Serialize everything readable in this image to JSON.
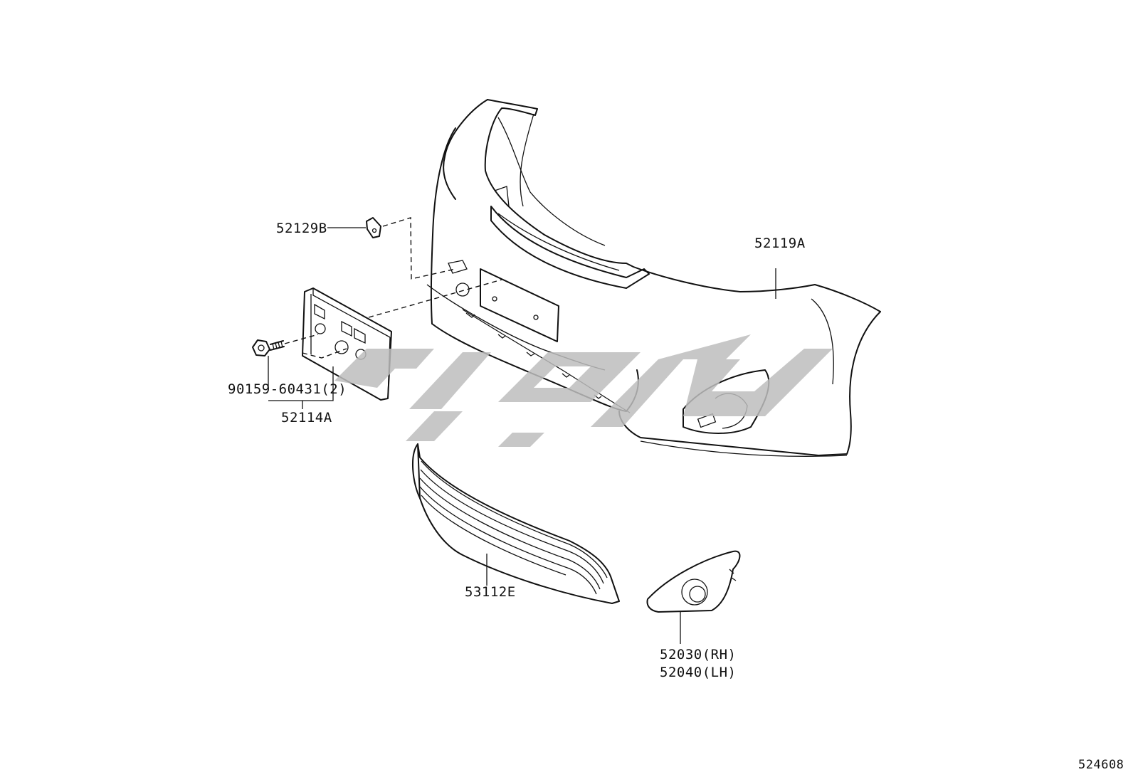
{
  "parts": {
    "bumper_cover": "52119A",
    "license_bracket_clip": "52129B",
    "license_plate_bracket": "52114A",
    "bracket_screw": "90159-60431(2)",
    "lower_grille": "53112E",
    "fog_cover_rh": "52030(RH)",
    "fog_cover_lh": "52040(LH)"
  },
  "diagram_ref": "524608",
  "colors": {
    "line": "#111111",
    "watermark": "#bdbdbd",
    "background": "#ffffff"
  }
}
